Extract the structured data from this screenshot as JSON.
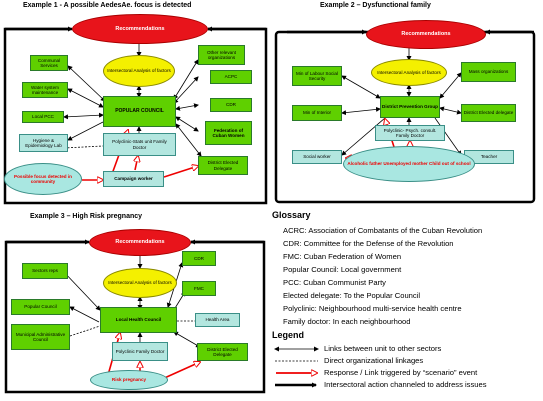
{
  "examples": {
    "ex1": {
      "title": "Example 1 - A possible AedesAe. focus is detected",
      "recommendations": "Recommendations",
      "intersectoral": "Intersectoral Analysis of factors",
      "communal": "Communal Services",
      "water": "Water system maintenance",
      "local_pcc": "Local PCC",
      "hygiene": "Hygiene & Epidemiology Lab",
      "popular_council": "POPULAR COUNCIL",
      "other_orgs": "Other relevant organizations",
      "acpc": "ACPC",
      "cdr": "CDR",
      "fmc": "Federation of Cuban Women",
      "polyclinic": "Polyclinic-Stats unit Family Doctor",
      "district": "District Elected Delegate",
      "campaign": "Campaign worker",
      "focus": "Possible focus detected in community"
    },
    "ex2": {
      "title": "Example 2 – Dysfunctional family",
      "recommendations": "Recommendations",
      "intersectoral": "Intersectoral Analysis of factors",
      "labour": "Min of Labour Social Security",
      "interior": "Min of Interior",
      "prevention": "District Prevention Group",
      "mass": "Mass organizations",
      "district": "District Elected delegate",
      "polyclinic": "Polyclinic- Psych. consult. Family Doctor",
      "social": "Social worker",
      "teacher": "Teacher",
      "family": "Alcoholic father Unemployed mother Child out of school"
    },
    "ex3": {
      "title": "Example 3 – High Risk pregnancy",
      "recommendations": "Recommendations",
      "intersectoral": "Intersectoral Analysis of factors",
      "sectors": "Sectors reps",
      "cdr": "CDR",
      "fmc": "FMC",
      "popular": "Popular Council",
      "health_council": "Local Health Council",
      "municipal": "Municipal Administrative Council",
      "health_area": "Health Area",
      "polyclinic": "Polyclinic Family Doctor",
      "district": "District Elected Delegate",
      "risk": "Risk pregnancy"
    }
  },
  "glossary": {
    "heading": "Glossary",
    "items": [
      "ACRC:  Association of Combatants of the Cuban Revolution",
      "CDR:  Committee for the Defense of the Revolution",
      "FMC:  Cuban Federation of Women",
      "Popular Council:     Local government",
      "PCC:    Cuban Communist Party",
      "Elected delegate:  To the Popular Council",
      "Polyclinic:        Neighbourhood multi-service health centre",
      "Family doctor:  In each neighbourhood"
    ]
  },
  "legend": {
    "heading": "Legend",
    "items": [
      "Links between unit to other sectors",
      "Direct organizational linkages",
      "Response / Link triggered by “scenario” event",
      "Intersectoral action channeled to address issues"
    ]
  },
  "colors": {
    "red": "#e8141b",
    "green": "#5fd000",
    "teal": "#b3e6df",
    "yellow": "#f4f000"
  }
}
